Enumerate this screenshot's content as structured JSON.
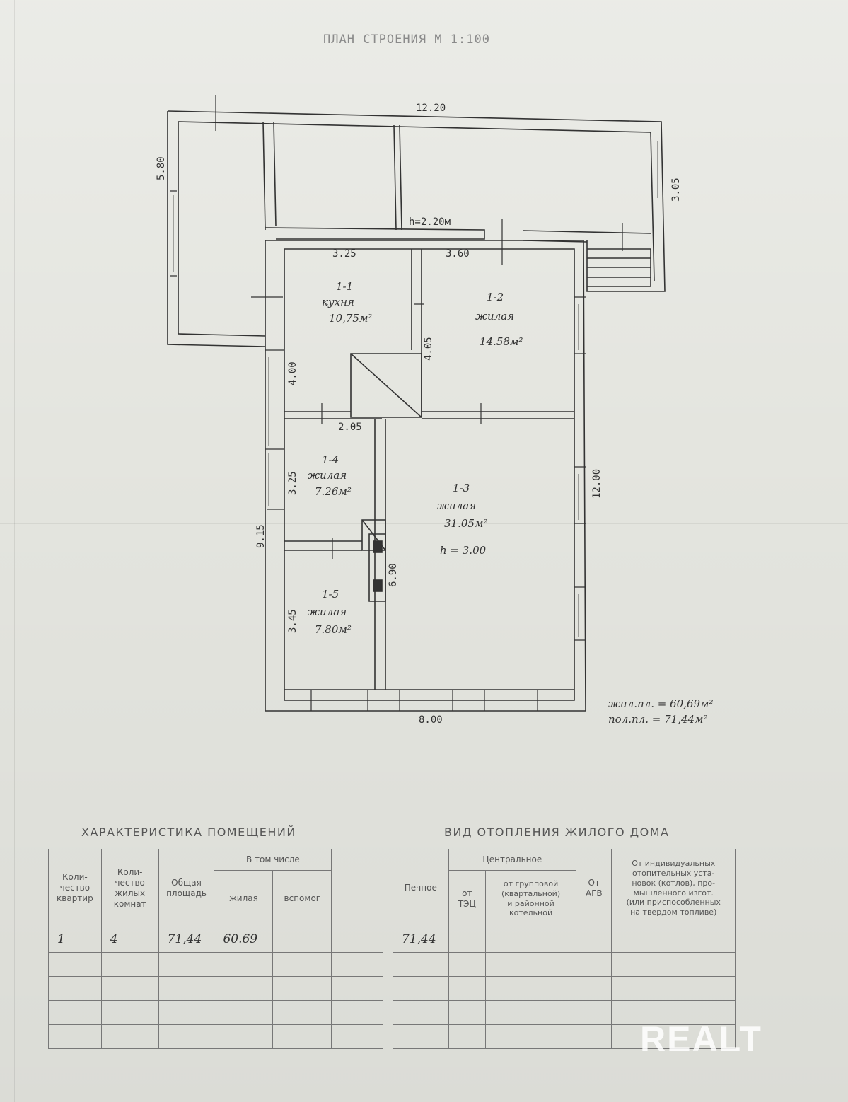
{
  "document": {
    "title": "ПЛАН СТРОЕНИЯ М 1:100",
    "watermark": "REALT"
  },
  "plan": {
    "dims": {
      "top_width": "12.20",
      "left_ext": "5.80",
      "right_ext": "3.05",
      "porch_height": "h=2.20м",
      "w_kitchen": "3.25",
      "w_room12": "3.60",
      "h_kitchen": "4.00",
      "h_room12": "4.05",
      "w_room14": "2.05",
      "h_room14": "3.25",
      "h_left": "9.15",
      "h_room15": "3.45",
      "h_mid": "6.90",
      "h_right": "12.00",
      "bottom_width": "8.00"
    },
    "rooms": [
      {
        "id": "1-1",
        "name": "кухня",
        "area": "10,75м²"
      },
      {
        "id": "1-2",
        "name": "жилая",
        "area": "14.58м²"
      },
      {
        "id": "1-3",
        "name": "жилая",
        "area": "31.05м²",
        "height": "h = 3.00"
      },
      {
        "id": "1-4",
        "name": "жилая",
        "area": "7.26м²"
      },
      {
        "id": "1-5",
        "name": "жилая",
        "area": "7.80м²"
      }
    ],
    "totals": {
      "living": "жил.пл. = 60,69м²",
      "total": "пол.пл. = 71,44м²"
    }
  },
  "characteristics": {
    "title": "ХАРАКТЕРИСТИКА ПОМЕЩЕНИЙ",
    "headers": {
      "apartments": "Коли-\nчество\nквартир",
      "rooms": "Коли-\nчество\nжилых\nкомнат",
      "total": "Общая\nплощадь",
      "including": "В том числе",
      "living": "жилая",
      "aux": "вспомог"
    },
    "row": {
      "apartments": "1",
      "rooms": "4",
      "total": "71,44",
      "living": "60.69",
      "aux": ""
    }
  },
  "heating": {
    "title": "ВИД ОТОПЛЕНИЯ ЖИЛОГО ДОМА",
    "headers": {
      "stove": "Печное",
      "central": "Центральное",
      "from_tec": "от\nТЭЦ",
      "from_group": "от групповой\n(квартальной)\nи районной\nкотельной",
      "from_agv": "От\nАГВ",
      "individual": "От индивидуальных\nотопительных уста-\nновок (котлов), про-\nмышленного изгот.\n(или приспособленных\nна твердом топливе)"
    },
    "row": {
      "stove": "71,44"
    }
  }
}
